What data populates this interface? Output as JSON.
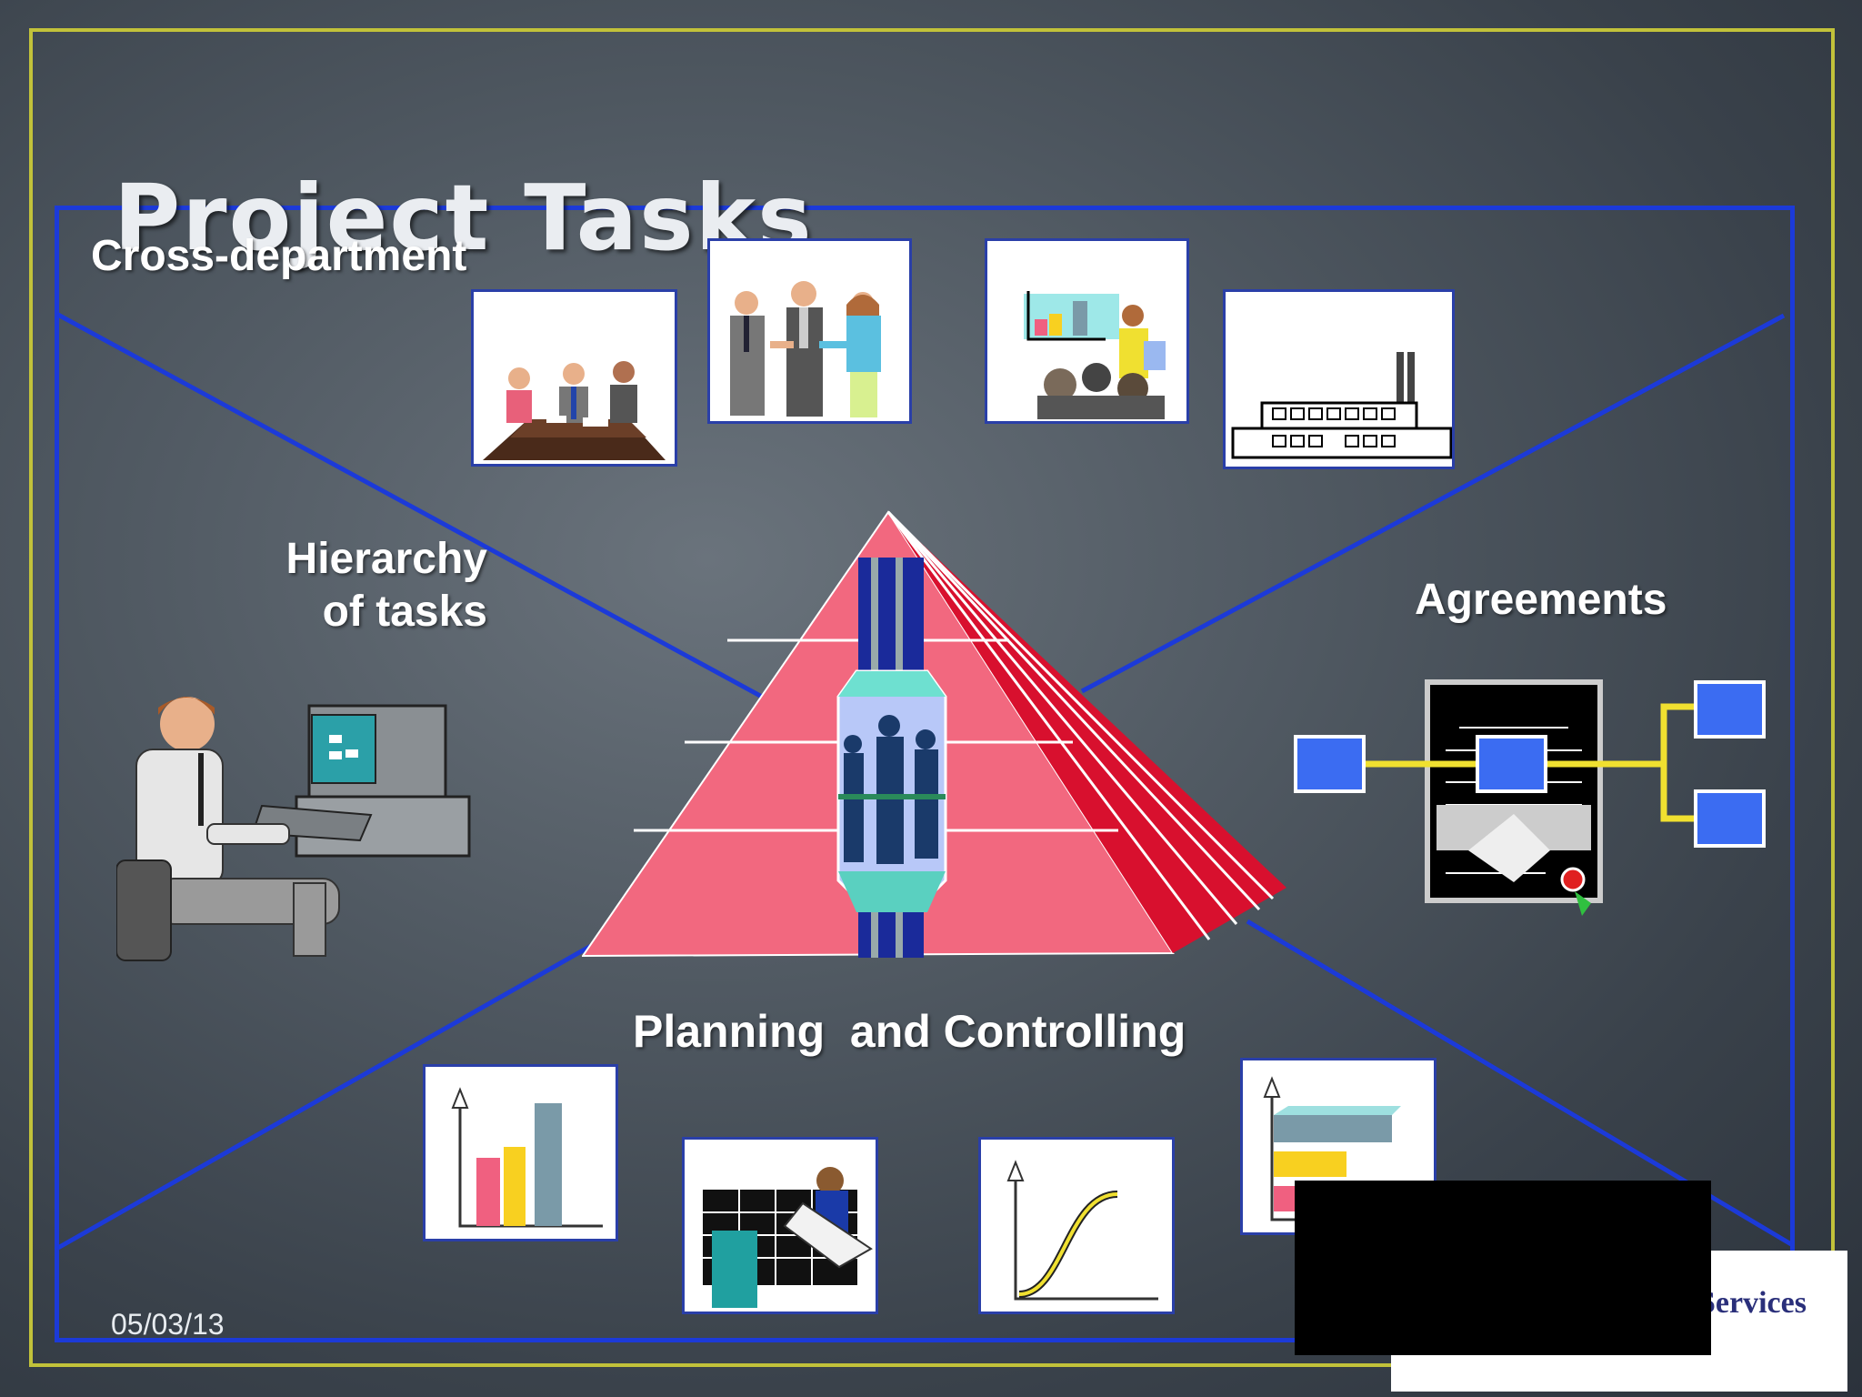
{
  "slide": {
    "title": "Project Tasks",
    "date": "05/03/13",
    "logo_text": "Services"
  },
  "labels": {
    "cross_department": "Cross-department",
    "hierarchy_line1": "Hierarchy",
    "hierarchy_line2": "of tasks",
    "agreements": "Agreements",
    "planning": "Planning  and Controlling"
  },
  "colors": {
    "frame_yellow": "#c2c23a",
    "frame_blue": "#1c3ad8",
    "pyramid": "#f0657e",
    "accent_blue": "#3b6cf2"
  },
  "icons": [
    "meeting-table-icon",
    "handshake-people-icon",
    "presentation-chart-icon",
    "factory-icon",
    "man-at-computer-icon",
    "elevator-pyramid-icon",
    "contract-handshake-icon",
    "bar-chart-icon",
    "engineer-blueprint-icon",
    "s-curve-chart-icon",
    "horizontal-bar-chart-icon"
  ]
}
